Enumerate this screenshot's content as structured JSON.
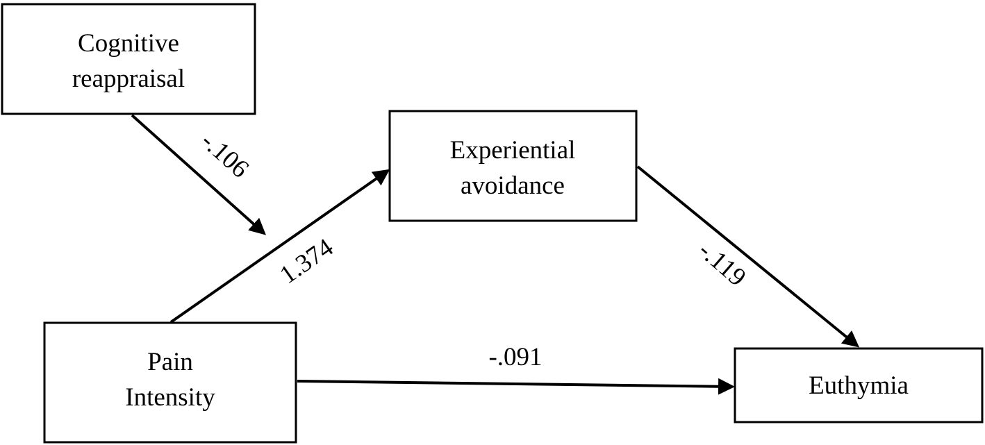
{
  "diagram": {
    "nodes": {
      "cognitive_reappraisal": {
        "line1": "Cognitive",
        "line2": "reappraisal"
      },
      "experiential_avoidance": {
        "line1": "Experiential",
        "line2": "avoidance"
      },
      "pain_intensity": {
        "line1": "Pain",
        "line2": "Intensity"
      },
      "euthymia": {
        "line1": "Euthymia"
      }
    },
    "edges": {
      "reappraisal_moderation": {
        "label": "-.106"
      },
      "pain_to_avoidance": {
        "label": "1.374"
      },
      "avoidance_to_euthymia": {
        "label": "-.119"
      },
      "pain_to_euthymia": {
        "label": "-.091"
      }
    },
    "colors": {
      "stroke": "#000000",
      "background": "#ffffff"
    }
  }
}
